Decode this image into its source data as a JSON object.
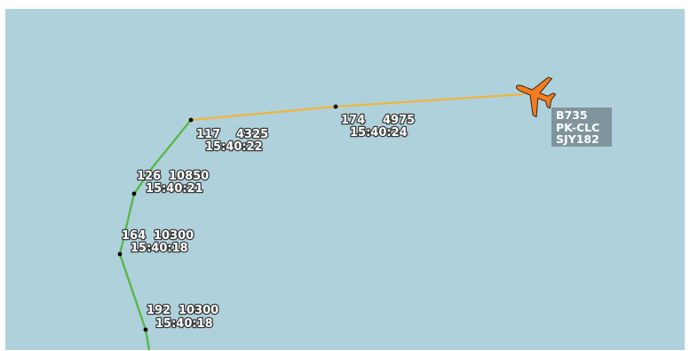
{
  "map": {
    "background_color": "#afd1db",
    "frame_color": "#ffffff",
    "track_color_low": "#59b848",
    "track_color_high": "#f0b43c",
    "aircraft_color": "#f57c1f",
    "aircraft_icon": "airplane-icon"
  },
  "aircraft": {
    "type": "B735",
    "registration": "PK-CLC",
    "callsign": "SJY182"
  },
  "track_points": [
    {
      "speed": "174",
      "altitude": "4975",
      "time": "15:40:24"
    },
    {
      "speed": "117",
      "altitude": "4325",
      "time": "15:40:22"
    },
    {
      "speed": "126",
      "altitude": "10850",
      "time": "15:40:21"
    },
    {
      "speed": "164",
      "altitude": "10300",
      "time": "15:40:18"
    },
    {
      "speed": "192",
      "altitude": "10300",
      "time": "15:40:18"
    }
  ]
}
